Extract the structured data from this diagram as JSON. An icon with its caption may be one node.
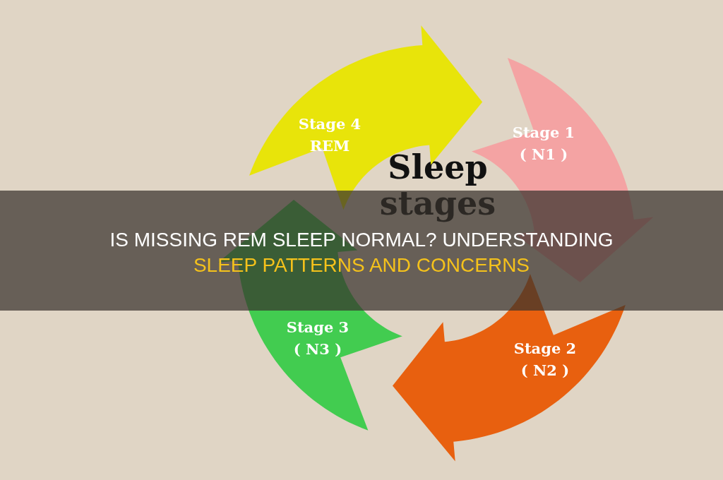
{
  "diagram": {
    "title": "IS MISSING REM SLEEP NORMAL? UNDERSTANDING SLEEP PATTERNS AND CONCERNS",
    "nodes": [
      {
        "text": [
          "Stage 4 REM"
        ]
      },
      {
        "text": [
          "Stage 1 ( N1 )"
        ]
      },
      {
        "text": [
          "Stage 2 ( N2 )"
        ]
      },
      {
        "text": [
          "Stage 3 ( N3 )"
        ]
      }
    ],
    "labels": [
      "Sleep stages"
    ]
  }
}
